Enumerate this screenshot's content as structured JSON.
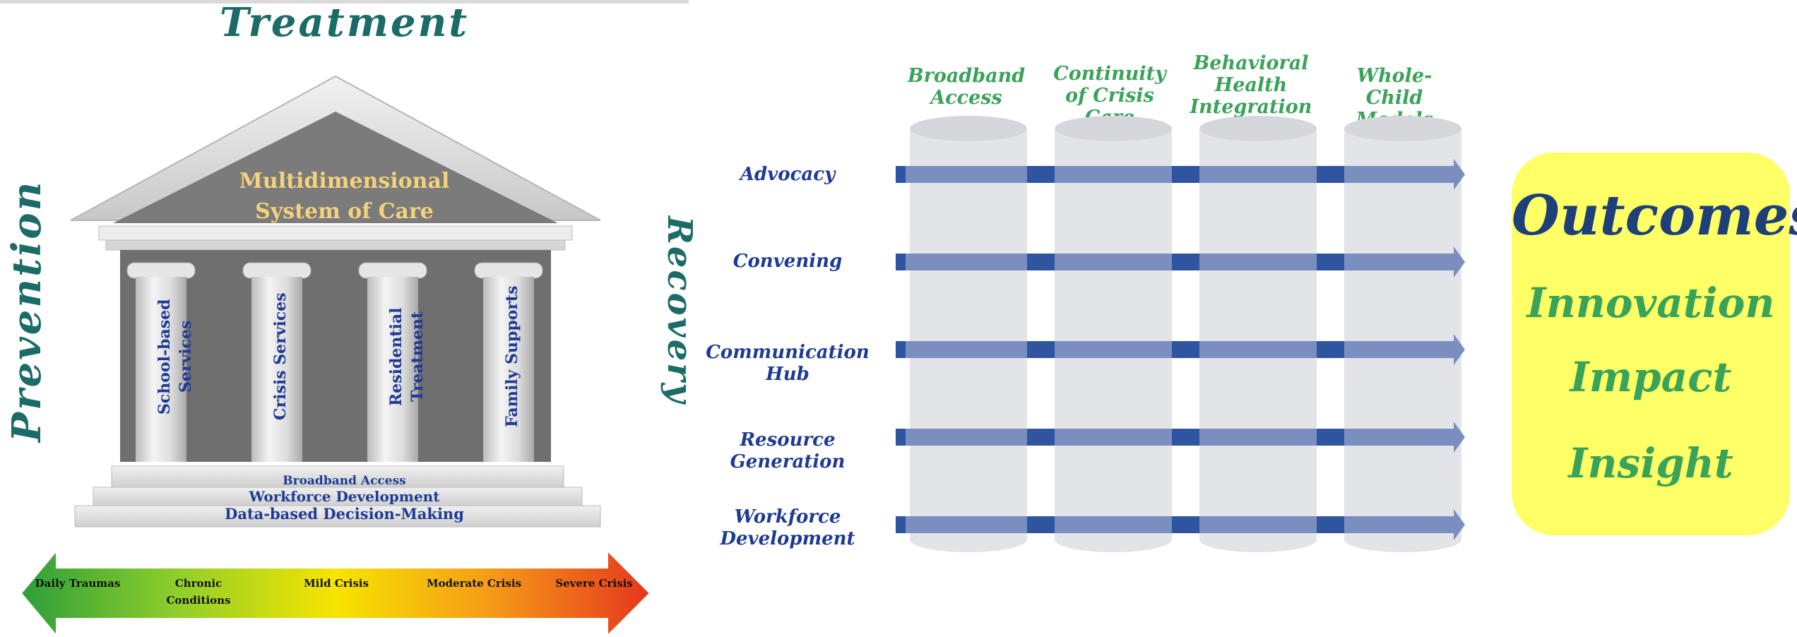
{
  "temple": {
    "top_label": "Treatment",
    "left_label": "Prevention",
    "right_label": "Recovery",
    "pediment_line1": "Multidimensional",
    "pediment_line2": "System of Care",
    "pillars": [
      "School-based Services",
      "Crisis Services",
      "Residential Treatment",
      "Family Supports"
    ],
    "steps": [
      "Broadband Access",
      "Workforce Development",
      "Data-based Decision-Making"
    ]
  },
  "crisis_scale": {
    "labels": [
      "Daily Traumas",
      "Chronic Conditions",
      "Mild Crisis",
      "Moderate Crisis",
      "Severe Crisis"
    ],
    "gradient_colors": [
      "#2e9e3a",
      "#8fcf2a",
      "#f7e400",
      "#f59a18",
      "#e6361c"
    ]
  },
  "matrix": {
    "columns": [
      "Broadband Access",
      "Continuity of Crisis Care",
      "Behavioral Health Integration",
      "Whole- Child Models"
    ],
    "rows": [
      "Advocacy",
      "Convening",
      "Communication Hub",
      "Resource Generation",
      "Workforce Development"
    ],
    "colors": {
      "column_header": "#3aa35a",
      "row_label": "#1f3a93",
      "arrow": "#7a8fbf",
      "arrow_dark": "#2f55a0"
    }
  },
  "outcomes": {
    "title": "Outcomes",
    "items": [
      "Innovation",
      "Impact",
      "Insight"
    ],
    "colors": {
      "background": "#ffff66",
      "title": "#1f3f7a",
      "items": "#3aa35a"
    }
  }
}
